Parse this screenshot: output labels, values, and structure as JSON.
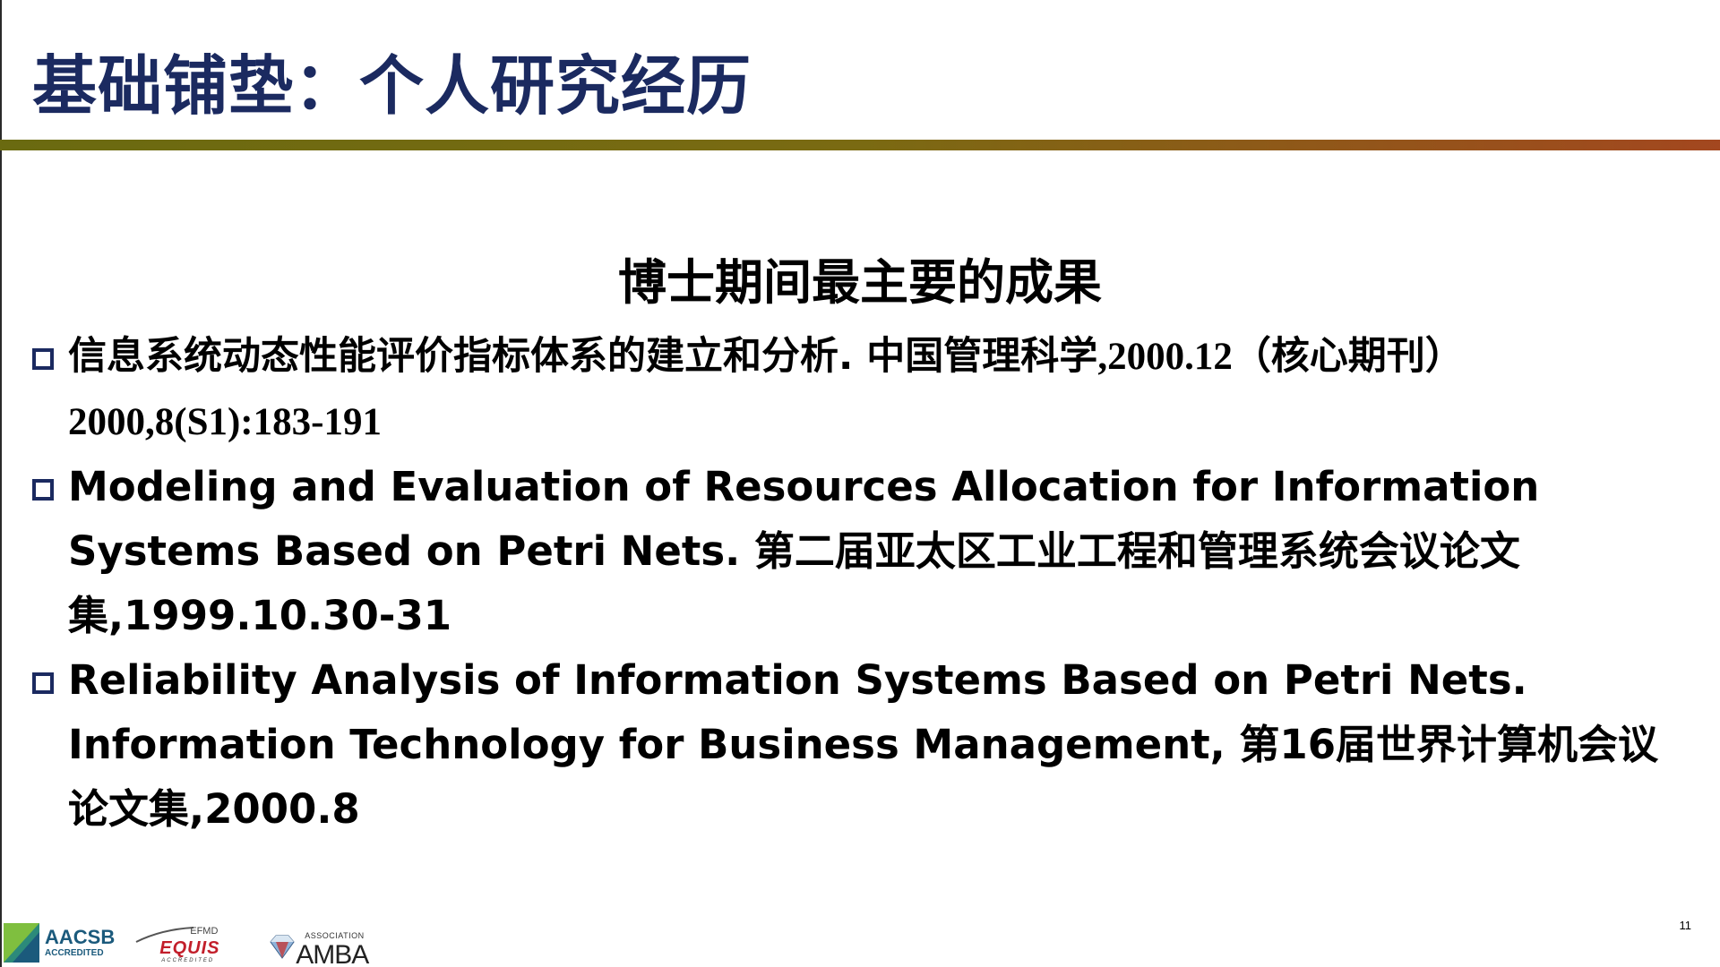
{
  "slide": {
    "title": "基础铺垫：个人研究经历",
    "section_heading": "博士期间最主要的成果",
    "publications": [
      {
        "title": "信息系统动态性能评价指标体系的建立和分析. 中国管理科学",
        "venue_suffix": ",2000.12（核心期刊）",
        "citation": "2000,8(S1):183-191"
      },
      {
        "text": "Modeling and Evaluation of Resources Allocation for Information Systems Based on Petri Nets. 第二届亚太区工业工程和管理系统会议论文集,1999.10.30-31"
      },
      {
        "text": "Reliability Analysis of Information Systems Based on Petri Nets. Information Technology for Business Management, 第16届世界计算机会议论文集,2000.8"
      }
    ],
    "page_number": "11"
  },
  "footer": {
    "aacsb": {
      "name": "AACSB",
      "sub": "ACCREDITED"
    },
    "equis": {
      "org": "EFMD",
      "name": "EQUIS",
      "sub": "ACCREDITED"
    },
    "amba": {
      "assoc": "ASSOCIATION",
      "name": "AMBA"
    }
  },
  "colors": {
    "title": "#1b2a60",
    "rule_start": "#6a6a10",
    "rule_end": "#a3471f",
    "bullet": "#1b2a60",
    "aacsb": "#1b5a7c",
    "equis": "#c21e2a"
  },
  "icons": {
    "bullet": "hollow-square-bullet-icon"
  }
}
